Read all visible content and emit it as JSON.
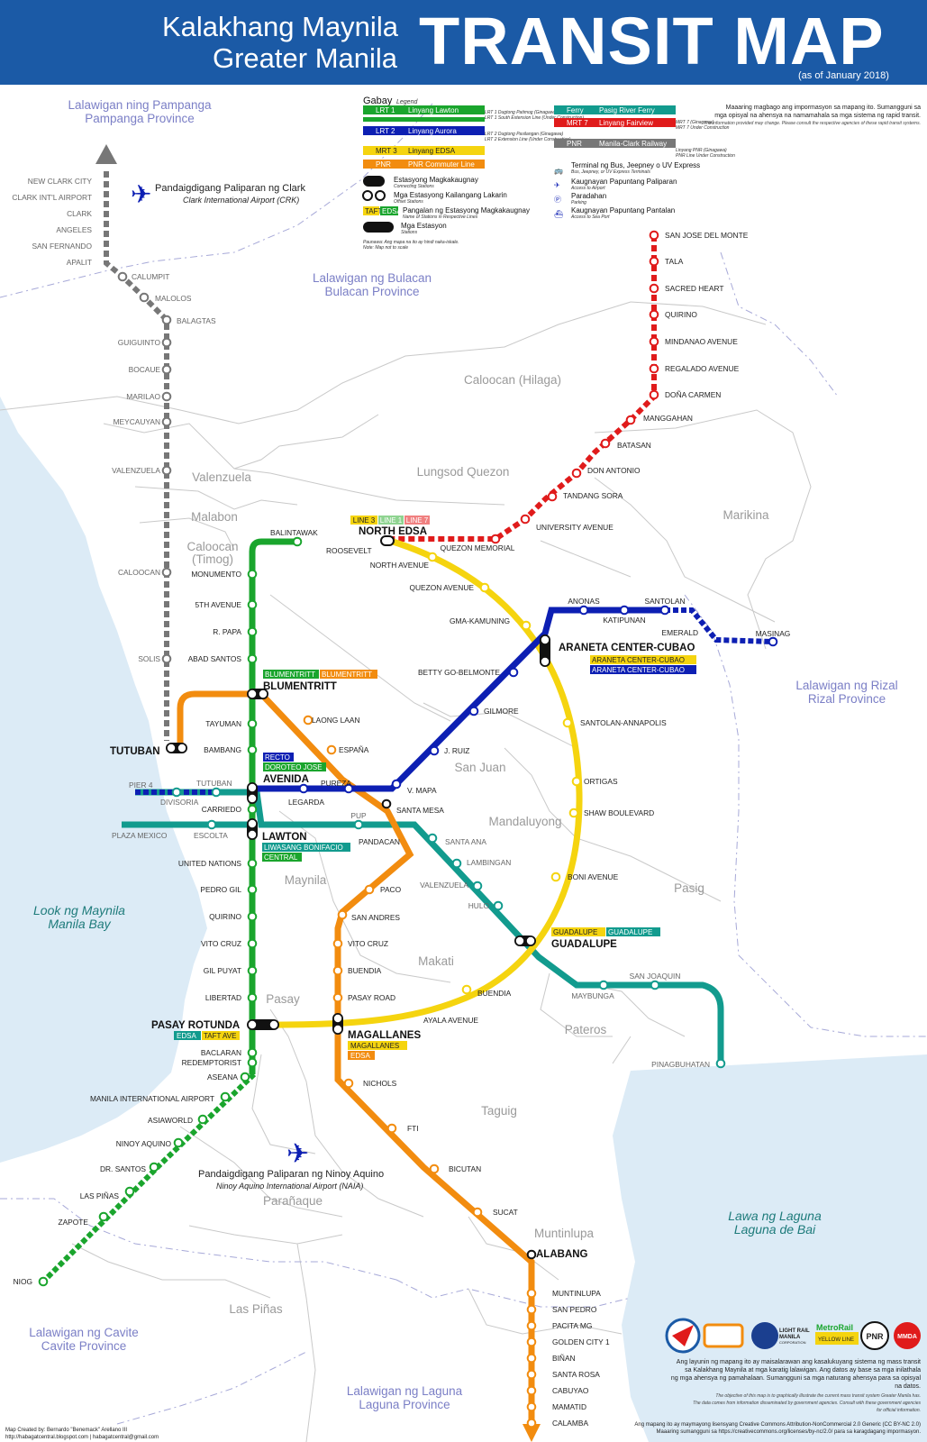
{
  "header": {
    "subtitle_line1": "Kalakhang Maynila",
    "subtitle_line2": "Greater Manila",
    "title": "TRANSIT MAP",
    "date": "(as of January 2018)"
  },
  "legend": {
    "title": "Gabay",
    "title_en": "Legend",
    "lrt1_code": "LRT 1",
    "lrt1_name": "Linyang Lawton",
    "lrt1_color": "#1aa52d",
    "lrt1_ext": "LRT 1 Dugtong Patimog (Ginagawa)",
    "lrt1_ext_en": "LRT 1 South Extension Line (Under Construction)",
    "lrt2_code": "LRT 2",
    "lrt2_name": "Linyang Aurora",
    "lrt2_color": "#0d1fb3",
    "lrt2_ext": "LRT 2 Dugtong Pasilangan (Ginagawa)",
    "lrt2_ext_en": "LRT 2 Extension Line (Under Construction)",
    "mrt3_code": "MRT 3",
    "mrt3_name": "Linyang EDSA",
    "mrt3_color": "#f5d40f",
    "pnr_code": "PNR",
    "pnr_name": "PNR Commuter Line",
    "pnr_color": "#f28c0f",
    "ferry_code": "Ferry",
    "ferry_name": "Pasig River Ferry",
    "ferry_color": "#129b8e",
    "mrt7_code": "MRT 7",
    "mrt7_name": "Linyang Fairview",
    "mrt7_color": "#e01b1b",
    "mrt7_status": "MRT 7 (Ginagawa)",
    "mrt7_status_en": "MRT 7 Under Construction",
    "pnrc_code": "PNR",
    "pnrc_name": "Manila-Clark Railway",
    "pnrc_color": "#777777",
    "pnrc_status": "Linyang PNR (Ginagawa)",
    "pnrc_status_en": "PNR Line Under Construction",
    "connecting": "Estasyong Magkakaugnay",
    "connecting_en": "Connecting Stations",
    "offset": "Mga Estasyong Kailangang Lakarin",
    "offset_en": "Offset Stations",
    "names": "Pangalan ng Estasyong Magkakaugnay",
    "names_en": "Name of Stations in Respective Lines",
    "stations": "Mga Estasyon",
    "stations_en": "Stations",
    "taft": "TAFT",
    "edsa": "EDSA",
    "scale": "Paunawa: Ang mapa na ito ay hindi naka-iskale.",
    "scale_en": "Note: Map not to scale",
    "terminal": "Terminal ng Bus, Jeepney o UV Express",
    "terminal_en": "Bus, Jeepney, or UV Express Terminals",
    "airport": "Kaugnayan Papuntang Paliparan",
    "airport_en": "Access to Airport",
    "parking": "Paradahan",
    "parking_en": "Parking",
    "port": "Kaugnayan Papuntang Pantalan",
    "port_en": "Access to Sea Port"
  },
  "disclaimer": {
    "line1": "Maaaring magbago ang impormasyon sa mapang ito. Sumangguni sa",
    "line2": "mga opisyal na ahensya na namamahala sa mga sistema ng rapid transit.",
    "line3": "The information provided may change. Please consult the respective agencies of these rapid transit systems."
  },
  "regions": {
    "pampanga1": "Lalawigan ning Pampanga",
    "pampanga2": "Pampanga Province",
    "bulacan1": "Lalawigan ng Bulacan",
    "bulacan2": "Bulacan Province",
    "rizal1": "Lalawigan ng Rizal",
    "rizal2": "Rizal Province",
    "cavite1": "Lalawigan ng Cavite",
    "cavite2": "Cavite Province",
    "laguna1": "Lalawigan ng Laguna",
    "laguna2": "Laguna Province",
    "caloocan_n": "Caloocan (Hilaga)",
    "quezon": "Lungsod Quezon",
    "valenzuela": "Valenzuela",
    "malabon": "Malabon",
    "caloocan_s1": "Caloocan",
    "caloocan_s2": "(Timog)",
    "marikina": "Marikina",
    "sanjuan": "San Juan",
    "mandaluyong": "Mandaluyong",
    "pasig": "Pasig",
    "maynila": "Maynila",
    "makati": "Makati",
    "pasay": "Pasay",
    "pateros": "Pateros",
    "taguig": "Taguig",
    "paranaque": "Parañaque",
    "muntinlupa": "Muntinlupa",
    "laspinas": "Las Piñas",
    "bay1": "Look ng Maynila",
    "bay2": "Manila Bay",
    "lake1": "Lawa ng Laguna",
    "lake2": "Laguna de Bai"
  },
  "airports": {
    "crk1": "Pandaigdigang Paliparan ng Clark",
    "crk2": "Clark International Airport (CRK)",
    "naia1": "Pandaigdigang Paliparan ng Ninoy Aquino",
    "naia2": "Ninoy Aquino International Airport (NAIA)"
  },
  "stations": {
    "pnrc": [
      "NEW CLARK CITY",
      "CLARK INT'L AIRPORT",
      "CLARK",
      "ANGELES",
      "SAN FERNANDO",
      "APALIT",
      "CALUMPIT",
      "MALOLOS",
      "BALAGTAS",
      "GUIGUINTO",
      "BOCAUE",
      "MARILAO",
      "MEYCAUYAN",
      "VALENZUELA",
      "CALOOCAN",
      "SOLIS",
      "TUTUBAN"
    ],
    "lrt1": [
      "BALINTAWAK",
      "ROOSEVELT",
      "MONUMENTO",
      "5TH AVENUE",
      "R. PAPA",
      "ABAD SANTOS",
      "BLUMENTRITT",
      "TAYUMAN",
      "BAMBANG",
      "DOROTEO JOSE",
      "CARRIEDO",
      "CENTRAL",
      "UNITED NATIONS",
      "PEDRO GIL",
      "QUIRINO",
      "VITO CRUZ",
      "GIL PUYAT",
      "LIBERTAD",
      "PASAY ROTUNDA",
      "BACLARAN",
      "REDEMPTORIST",
      "ASEANA",
      "MANILA INTERNATIONAL AIRPORT",
      "ASIAWORLD",
      "NINOY AQUINO",
      "DR. SANTOS",
      "LAS PIÑAS",
      "ZAPOTE",
      "NIOG"
    ],
    "lrt2": [
      "RECTO",
      "LEGARDA",
      "PUREZA",
      "V. MAPA",
      "J. RUIZ",
      "GILMORE",
      "BETTY GO-BELMONTE",
      "ARANETA CENTER-CUBAO",
      "ANONAS",
      "KATIPUNAN",
      "SANTOLAN",
      "EMERALD",
      "MASINAG"
    ],
    "mrt3": [
      "NORTH AVENUE",
      "QUEZON AVENUE",
      "GMA-KAMUNING",
      "ARANETA CENTER-CUBAO",
      "SANTOLAN-ANNAPOLIS",
      "ORTIGAS",
      "SHAW BOULEVARD",
      "BONI AVENUE",
      "GUADALUPE",
      "BUENDIA",
      "AYALA AVENUE",
      "MAGALLANES",
      "TAFT AVE"
    ],
    "pnr": [
      "TUTUBAN",
      "BLUMENTRITT",
      "LAONG LAAN",
      "ESPAÑA",
      "SANTA MESA",
      "PANDACAN",
      "PACO",
      "SAN ANDRES",
      "VITO CRUZ",
      "BUENDIA",
      "PASAY ROAD",
      "EDSA",
      "NICHOLS",
      "FTI",
      "BICUTAN",
      "SUCAT",
      "ALABANG",
      "MUNTINLUPA",
      "SAN PEDRO",
      "PACITA MG",
      "GOLDEN CITY 1",
      "BIÑAN",
      "SANTA ROSA",
      "CABUYAO",
      "MAMATID",
      "CALAMBA"
    ],
    "mrt7": [
      "SAN JOSE DEL MONTE",
      "TALA",
      "SACRED HEART",
      "QUIRINO",
      "MINDANAO AVENUE",
      "REGALADO AVENUE",
      "DOÑA CARMEN",
      "MANGGAHAN",
      "BATASAN",
      "DON ANTONIO",
      "TANDANG SORA",
      "UNIVERSITY AVENUE",
      "QUEZON MEMORIAL",
      "NORTH EDSA"
    ],
    "ferry": [
      "PIER 4",
      "TUTUBAN",
      "DIVISORIA",
      "PLAZA MEXICO",
      "ESCOLTA",
      "LAWTON",
      "LIWASANG BONIFACIO",
      "PUP",
      "SANTA ANA",
      "LAMBINGAN",
      "VALENZUELA",
      "HULO",
      "GUADALUPE",
      "MAYBUNGA",
      "SAN JOAQUIN",
      "PINAGBUHATAN"
    ],
    "hub_lines": [
      "LINE 3",
      "LINE 1",
      "LINE 7"
    ],
    "avenida": "AVENIDA"
  },
  "footer": {
    "obj1": "Ang layunin ng mapang ito ay maisalarawan ang kasalukuyang sistema ng mass transit",
    "obj2": "sa Kalakhang Maynila at mga karatig lalawigan. Ang datos ay base sa mga inilathala",
    "obj3": "ng mga ahensya ng pamahalaan. Sumangguni sa mga naturang ahensya para sa opisyal",
    "obj4": "na datos.",
    "obj_en1": "The objective of this map is to graphically illustrate the current mass transit system Greater Manila has.",
    "obj_en2": "The data comes from information disseminated by government agencies. Consult with these government agencies",
    "obj_en3": "for official information.",
    "lic1": "Ang mapang ito ay maymayong lisensyang Creative Commons Attribution-NonCommercial 2.0 Generic (CC BY-NC 2.0)",
    "lic2": "Maaaring sumangguni sa https://creativecommons.org/licenses/by-nc/2.0/ para sa karagdagang impormasyon.",
    "credit1": "Map Created by: Bernardo \"Benemack\" Arellano III",
    "credit2": "http://habagatcentral.blogspot.com | habagatcentral@gmail.com",
    "logo_lrmc1": "LIGHT RAIL",
    "logo_lrmc2": "MANILA",
    "logo_lrmc3": "CORPORATION",
    "logo_metrorail": "MetroRail",
    "logo_yellow": "YELLOW LINE",
    "logo_pnr": "PNR",
    "logo_mmda": "MMDA"
  }
}
